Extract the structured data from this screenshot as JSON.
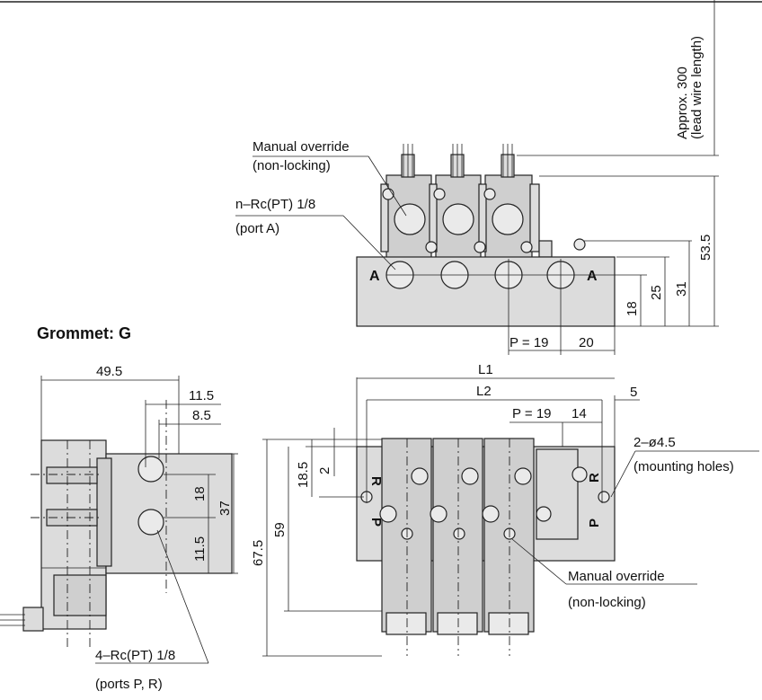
{
  "section_title": "Grommet: G",
  "callouts": {
    "manual_override_top": "Manual override",
    "manual_override_top_sub": "(non-locking)",
    "port_a_thread": "n–Rc(PT) 1/8",
    "port_a_sub": "(port A)",
    "lead_wire_1": "Approx. 300",
    "lead_wire_2": "(lead wire length)",
    "mounting_holes": "2–ø4.5",
    "mounting_holes_sub": "(mounting holes)",
    "manual_override_bottom": "Manual override",
    "manual_override_bottom_sub": "(non-locking)",
    "ports_pr_thread": "4–Rc(PT) 1/8",
    "ports_pr_sub": "(ports P, R)"
  },
  "port_letters": {
    "a_left": "A",
    "a_right": "A",
    "r_left": "R",
    "p_left": "P",
    "r_right": "R",
    "p_right": "P"
  },
  "dimensions": {
    "top_view": {
      "h53_5": "53.5",
      "h31": "31",
      "h25": "25",
      "h18": "18",
      "pitch": "P = 19",
      "end20": "20"
    },
    "side_view": {
      "w49_5": "49.5",
      "w11_5": "11.5",
      "w8_5": "8.5",
      "v18": "18",
      "v37": "37",
      "v11_5": "11.5"
    },
    "plan_view": {
      "l1": "L1",
      "l2": "L2",
      "five": "5",
      "pitch": "P = 19",
      "fourteen": "14",
      "v18_5": "18.5",
      "v2": "2",
      "v59": "59",
      "v67_5": "67.5"
    }
  }
}
